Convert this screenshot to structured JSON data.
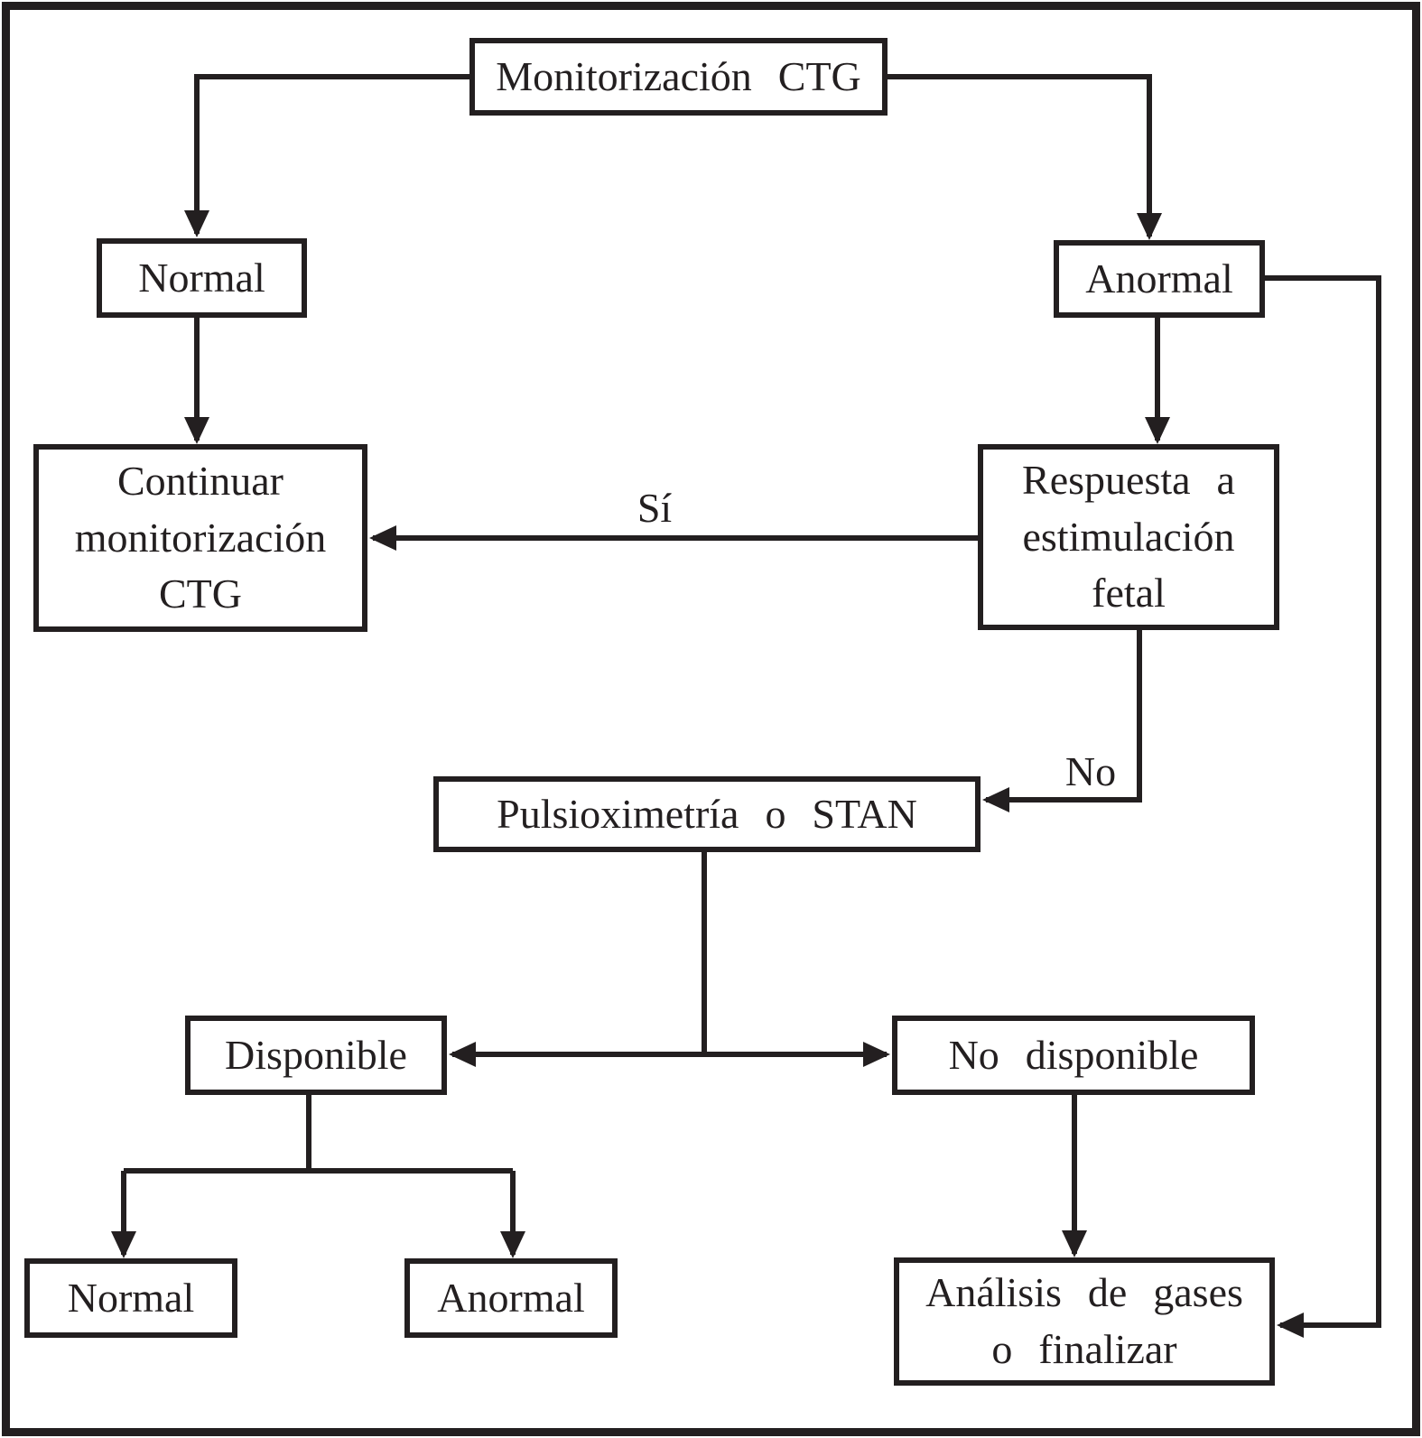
{
  "nodes": {
    "monitorizacion_ctg": {
      "label": "Monitorización CTG"
    },
    "normal_top": {
      "label": "Normal"
    },
    "anormal_top": {
      "label": "Anormal"
    },
    "continuar_monitorizacion": {
      "lines": [
        "Continuar",
        "monitorización",
        "CTG"
      ]
    },
    "respuesta_estimulacion": {
      "lines": [
        "Respuesta a",
        "estimulación",
        "fetal"
      ]
    },
    "pulsioximetria_stan": {
      "label": "Pulsioximetría o STAN"
    },
    "disponible": {
      "label": "Disponible"
    },
    "no_disponible": {
      "label": "No disponible"
    },
    "normal_bottom": {
      "label": "Normal"
    },
    "anormal_bottom": {
      "label": "Anormal"
    },
    "analisis_gases": {
      "lines": [
        "Análisis de gases",
        "o finalizar"
      ]
    }
  },
  "edge_labels": {
    "si": "Sí",
    "no": "No"
  },
  "colors": {
    "ink": "#231f20",
    "background": "#ffffff"
  }
}
